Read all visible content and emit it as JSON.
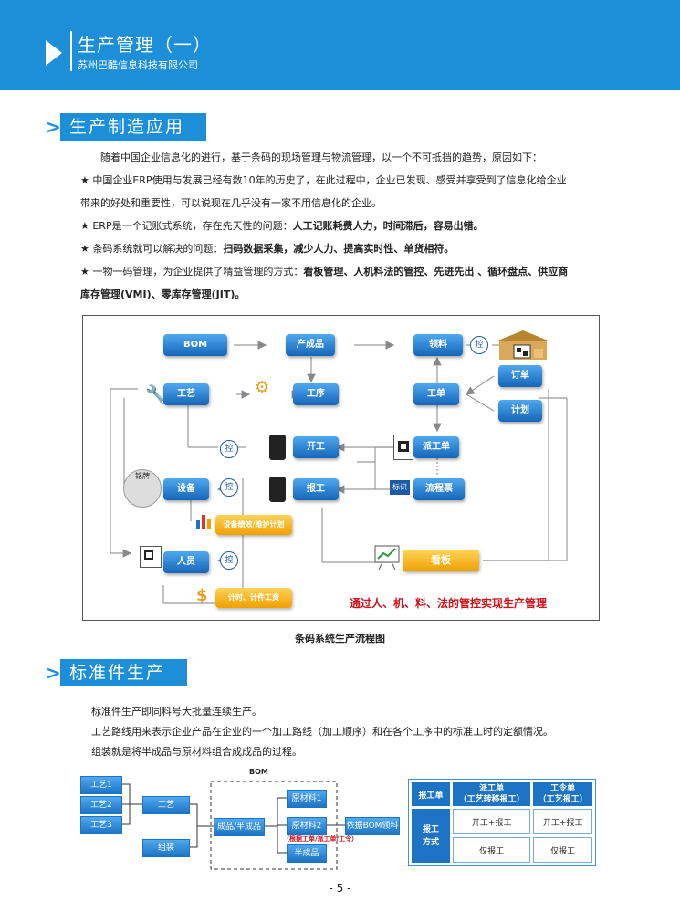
{
  "header": {
    "title": "生产管理（一）",
    "subtitle": "苏州巴酷信息科技有限公司"
  },
  "sec1": {
    "title": "生产制造应用"
  },
  "intro": {
    "p1": "随着中国企业信息化的进行，基于条码的现场管理与物流管理，以一个不可抵挡的趋势，原因如下：",
    "b1a": "★  中国企业ERP使用与发展已经有数10年的历史了，在此过程中，企业已发现、感受并享受到了信息化给企业",
    "b1b": "带来的好处和重要性，可以说现在几乎没有一家不用信息化的企业。",
    "b2": "★  ERP是一个记账式系统，存在先天性的问题：",
    "b2s": "人工记账耗费人力，时间滞后，容易出错。",
    "b3": "★  条码系统就可以解决的问题：",
    "b3s": "扫码数据采集，减少人力、提高实时性、单货相符。",
    "b4": "★  一物一码管理，为企业提供了精益管理的方式：",
    "b4s": "看板管理、人机料法的管控、先进先出 、循环盘点、供应商",
    "b4t": "库存管理(VMI)、零库存管理(JIT)。"
  },
  "flow": {
    "bom": "BOM",
    "product": "产成品",
    "pick": "领料",
    "ctrl": "控",
    "order": "订单",
    "plan": "计划",
    "craft": "工艺",
    "process": "工序",
    "workorder": "工单",
    "start": "开工",
    "dispatch": "派工单",
    "equip": "设备",
    "report": "报工",
    "ticket": "流程票",
    "equip_perf": "设备绩效/维护计划",
    "kanban": "看板",
    "staff": "人员",
    "wage": "计时、计件工资",
    "nameplate": "铭牌",
    "tag": "标识",
    "slogan": "通过人、机、料、法的管控实现生产管理",
    "caption": "条码系统生产流程图"
  },
  "sec2": {
    "title": "标准件生产"
  },
  "std": {
    "p1": "标准件生产即同料号大批量连续生产。",
    "p2": "工艺路线用来表示企业产品在企业的一个加工路线（加工顺序）和在各个工序中的标准工时的定额情况。",
    "p3": "组装就是将半成品与原材料组合成成品的过程。"
  },
  "diagram": {
    "c1": "工艺1",
    "c2": "工艺2",
    "c3": "工艺3",
    "craft": "工艺",
    "assembly": "组装",
    "bom": "BOM",
    "semi": "成品/半成品",
    "m1": "原材料1",
    "m2": "原材料2",
    "half": "半成品",
    "note": "（根据工单/派工单/工令）",
    "pick": "依据BOM领料"
  },
  "table": {
    "h0": "报工单",
    "h1a": "派工单",
    "h1b": "（工艺转移报工）",
    "h2a": "工令单",
    "h2b": "（工艺报工）",
    "r0a": "报工",
    "r0b": "方式",
    "c11": "开工+报工",
    "c12": "开工+报工",
    "c21": "仅报工",
    "c22": "仅报工"
  },
  "page": "- 5 -"
}
